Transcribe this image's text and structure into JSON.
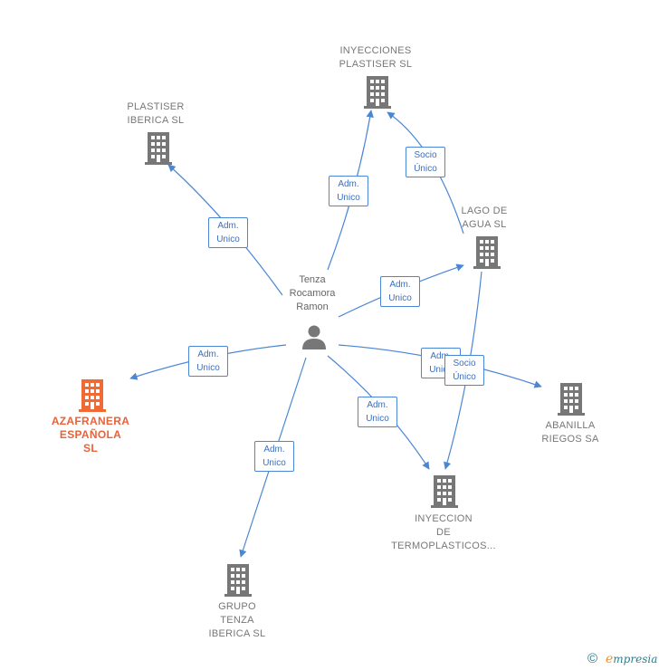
{
  "person": {
    "lines": [
      "Tenza",
      "Rocamora",
      "Ramon"
    ],
    "icon": "person-icon"
  },
  "companies": {
    "plastiser_iberica": {
      "lines": [
        "PLASTISER",
        "IBERICA  SL"
      ],
      "icon": "building-icon",
      "color": "#777777"
    },
    "inyecciones_plastiser": {
      "lines": [
        "INYECCIONES",
        "PLASTISER  SL"
      ],
      "icon": "building-icon",
      "color": "#777777"
    },
    "lago_de_agua": {
      "lines": [
        "LAGO DE",
        "AGUA SL"
      ],
      "icon": "building-icon",
      "color": "#777777"
    },
    "azafranera": {
      "lines": [
        "AZAFRANERA",
        "ESPAÑOLA",
        "SL"
      ],
      "icon": "building-icon",
      "color": "#f06a35"
    },
    "abanilla": {
      "lines": [
        "ABANILLA",
        "RIEGOS SA"
      ],
      "icon": "building-icon",
      "color": "#777777"
    },
    "inyeccion_termoplasticos": {
      "lines": [
        "INYECCION",
        "DE",
        "TERMOPLASTICOS..."
      ],
      "icon": "building-icon",
      "color": "#777777"
    },
    "grupo_tenza": {
      "lines": [
        "GRUPO",
        "TENZA",
        "IBERICA  SL"
      ],
      "icon": "building-icon",
      "color": "#777777"
    }
  },
  "edge_labels": {
    "to_plastiser_iberica": [
      "Adm.",
      "Unico"
    ],
    "to_inyecciones_plastiser": [
      "Adm.",
      "Unico"
    ],
    "lago_to_inyecciones": [
      "Socio",
      "Único"
    ],
    "to_lago": [
      "Adm.",
      "Unico"
    ],
    "to_azafranera": [
      "Adm.",
      "Unico"
    ],
    "to_abanilla": [
      "Adm.",
      "Unico"
    ],
    "lago_to_termoplasticos": [
      "Socio",
      "Único"
    ],
    "to_termoplasticos": [
      "Adm.",
      "Unico"
    ],
    "to_grupo_tenza": [
      "Adm.",
      "Unico"
    ]
  },
  "colors": {
    "edge": "#4a86d6",
    "node": "#777777",
    "main": "#f06a35"
  },
  "footer": {
    "copyright": "©",
    "brand_first": "e",
    "brand_rest": "mpresia"
  }
}
